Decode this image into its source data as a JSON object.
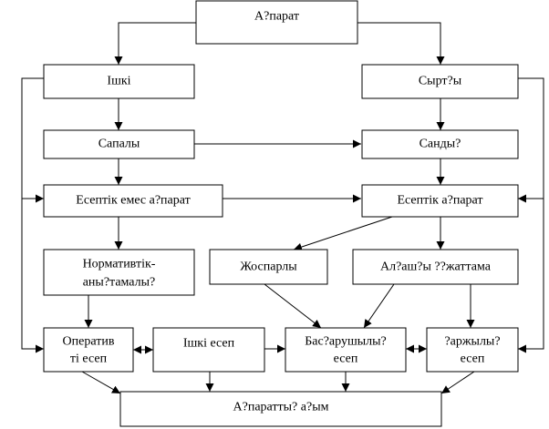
{
  "diagram": {
    "nodes": {
      "aqparat": {
        "lines": [
          "А?парат"
        ]
      },
      "ishki": {
        "lines": [
          "Ішкі"
        ]
      },
      "syrtqy": {
        "lines": [
          "Сырт?ы"
        ]
      },
      "sapaly": {
        "lines": [
          "Сапалы"
        ]
      },
      "sandyq": {
        "lines": [
          "Санды?"
        ]
      },
      "eseptik_emes": {
        "lines": [
          "Есептік емес а?парат"
        ]
      },
      "eseptik": {
        "lines": [
          "Есептік а?парат"
        ]
      },
      "normativtik": {
        "lines": [
          "Нормативтік-",
          "аны?тамалы?"
        ]
      },
      "josparly": {
        "lines": [
          "Жоспарлы"
        ]
      },
      "aldyn_ala": {
        "lines": [
          "Ал?аш?ы ??жаттама"
        ]
      },
      "operativti": {
        "lines": [
          "Оператив",
          "ті есеп"
        ]
      },
      "ishki_esep": {
        "lines": [
          "Ішкі есеп"
        ]
      },
      "basqarushy": {
        "lines": [
          "Бас?арушылы?",
          "есеп"
        ]
      },
      "qarjylyq": {
        "lines": [
          "?аржылы?",
          "есеп"
        ]
      },
      "aqparattyq_agym": {
        "lines": [
          "А?паратты? а?ым"
        ]
      }
    }
  }
}
